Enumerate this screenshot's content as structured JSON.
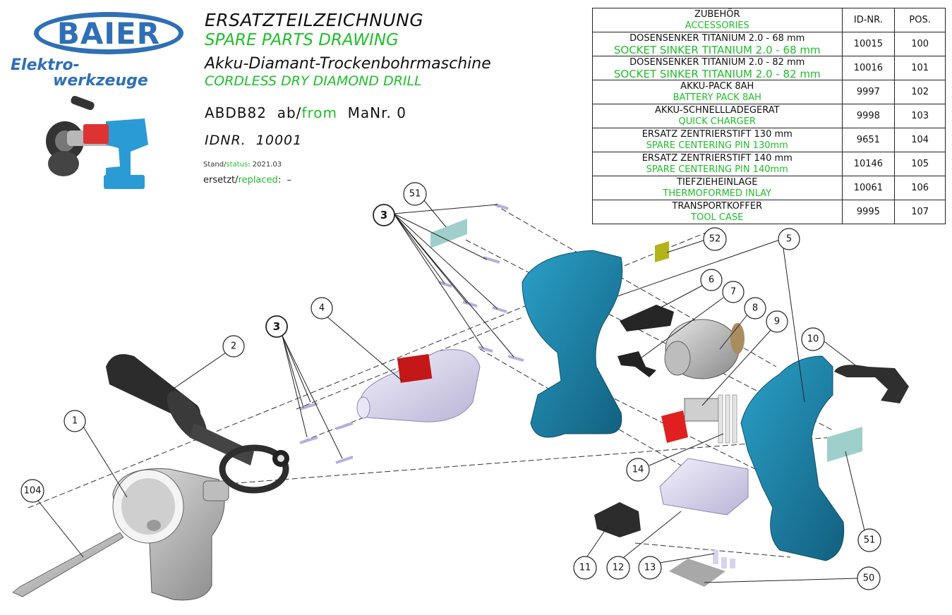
{
  "logo": {
    "brand": "BAIER",
    "line1": "Elektro-",
    "line2": "werkzeuge"
  },
  "header": {
    "title_de": "ERSATZTEILZEICHNUNG",
    "title_en": "SPARE PARTS DRAWING",
    "product_de": "Akku-Diamant-Trockenbohrmaschine",
    "product_en": "CORDLESS DRY DIAMOND DRILL",
    "model": "ABDB82",
    "model_ab": "ab/",
    "model_from": "from",
    "model_manr": "MaNr. 0",
    "idnr": "IDNR.  10001",
    "stand_de": "Stand/",
    "stand_en": "status",
    "stand_value": ": 2021.03",
    "replaced_de": "ersetzt/",
    "replaced_en": "replaced",
    "replaced_value": ":  –"
  },
  "accessories": {
    "header": {
      "name_de": "ZUBEHÖR",
      "name_en": "ACCESSORIES",
      "id": "ID-NR.",
      "pos": "POS."
    },
    "rows": [
      {
        "de": "DOSENSENKER TITANIUM 2.0 - 68 mm",
        "en": "SOCKET SINKER TITANIUM 2.0 - 68 mm",
        "id": "10015",
        "pos": "100"
      },
      {
        "de": "DOSENSENKER TITANIUM 2.0 - 82 mm",
        "en": "SOCKET SINKER TITANIUM 2.0 - 82 mm",
        "id": "10016",
        "pos": "101"
      },
      {
        "de": "AKKU-PACK 8AH",
        "en": "BATTERY PACK 8AH",
        "id": "9997",
        "pos": "102"
      },
      {
        "de": "AKKU-SCHNELLLADEGERAT",
        "en": "QUICK CHARGER",
        "id": "9998",
        "pos": "103"
      },
      {
        "de": "ERSATZ ZENTRIERSTIFT 130 mm",
        "en": "SPARE CENTERING PIN 130mm",
        "id": "9651",
        "pos": "104"
      },
      {
        "de": "ERSATZ ZENTRIERSTIFT 140 mm",
        "en": "SPARE CENTERING PIN 140mm",
        "id": "10146",
        "pos": "105"
      },
      {
        "de": "TIEFZIEHEINLAGE",
        "en": "THERMOFORMED INLAY",
        "id": "10061",
        "pos": "106"
      },
      {
        "de": "TRANSPORTKOFFER",
        "en": "TOOL CASE",
        "id": "9995",
        "pos": "107"
      }
    ]
  },
  "callouts": {
    "c1": "1",
    "c2": "2",
    "c3a": "3",
    "c3b": "3",
    "c4": "4",
    "c5": "5",
    "c6": "6",
    "c7": "7",
    "c8": "8",
    "c9": "9",
    "c10": "10",
    "c11": "11",
    "c12": "12",
    "c13": "13",
    "c14": "14",
    "c50": "50",
    "c51a": "51",
    "c51b": "51",
    "c52": "52",
    "c104": "104"
  },
  "colors": {
    "brand_blue": "#2f6fb5",
    "english_green": "#1fbf2a",
    "housing_teal": "#1a7fa6",
    "motor_gray": "#c8c8c8",
    "switch_red": "#e02020",
    "gear_lavender": "#dcd8ee",
    "label_teal": "#9fcfca",
    "rating_label_olive": "#b5b31a"
  }
}
